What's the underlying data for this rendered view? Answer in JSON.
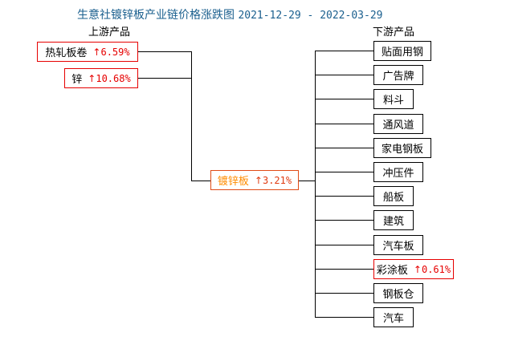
{
  "header": {
    "title_main": "生意社镀锌板产业链价格涨跌图",
    "date_range": "2021-12-29 - 2022-03-29",
    "upstream_label": "上游产品",
    "downstream_label": "下游产品",
    "title_color": "#1a5f8e"
  },
  "colors": {
    "up_arrow": "#e60000",
    "center_name": "#ff8c00",
    "center_pct": "#e03a10",
    "center_border": "#e04b16",
    "highlight_border": "#e60000",
    "line": "#000000",
    "box_border": "#000000",
    "text": "#000000"
  },
  "arrow_up_glyph": "↑",
  "center": {
    "name": "镀锌板",
    "change": "3.21%",
    "arrow": "↑",
    "direction": "up",
    "highlighted": true
  },
  "upstream": [
    {
      "name": "热轧板卷",
      "change": "6.59%",
      "arrow": "↑",
      "direction": "up",
      "highlighted": true
    },
    {
      "name": "锌",
      "change": "10.68%",
      "arrow": "↑",
      "direction": "up",
      "highlighted": true
    }
  ],
  "downstream": [
    {
      "name": "贴面用钢",
      "change": "",
      "arrow": "",
      "direction": "none",
      "highlighted": false
    },
    {
      "name": "广告牌",
      "change": "",
      "arrow": "",
      "direction": "none",
      "highlighted": false
    },
    {
      "name": "料斗",
      "change": "",
      "arrow": "",
      "direction": "none",
      "highlighted": false
    },
    {
      "name": "通风道",
      "change": "",
      "arrow": "",
      "direction": "none",
      "highlighted": false
    },
    {
      "name": "家电钢板",
      "change": "",
      "arrow": "",
      "direction": "none",
      "highlighted": false
    },
    {
      "name": "冲压件",
      "change": "",
      "arrow": "",
      "direction": "none",
      "highlighted": false
    },
    {
      "name": "船板",
      "change": "",
      "arrow": "",
      "direction": "none",
      "highlighted": false
    },
    {
      "name": "建筑",
      "change": "",
      "arrow": "",
      "direction": "none",
      "highlighted": false
    },
    {
      "name": "汽车板",
      "change": "",
      "arrow": "",
      "direction": "none",
      "highlighted": false
    },
    {
      "name": "彩涂板",
      "change": "0.61%",
      "arrow": "↑",
      "direction": "up",
      "highlighted": true
    },
    {
      "name": "钢板仓",
      "change": "",
      "arrow": "",
      "direction": "none",
      "highlighted": false
    },
    {
      "name": "汽车",
      "change": "",
      "arrow": "",
      "direction": "none",
      "highlighted": false
    }
  ]
}
